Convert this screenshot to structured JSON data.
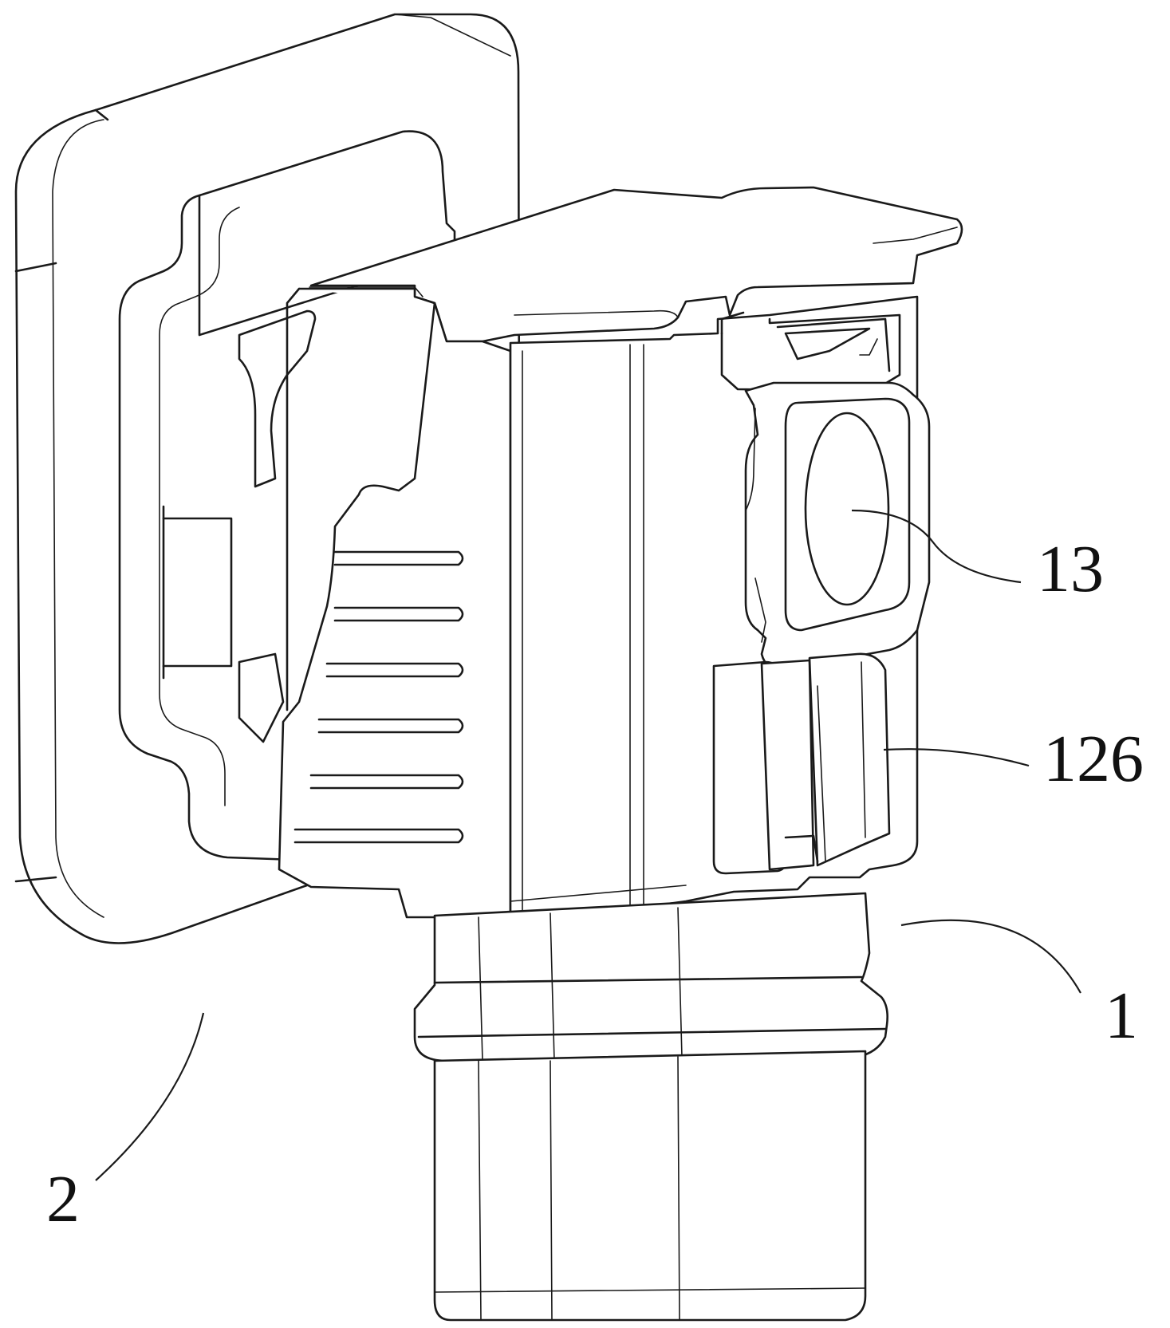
{
  "figure": {
    "labels": [
      {
        "id": "label-13",
        "text": "13"
      },
      {
        "id": "label-126",
        "text": "126"
      },
      {
        "id": "label-1",
        "text": "1"
      },
      {
        "id": "label-2",
        "text": "2"
      }
    ]
  },
  "style": {
    "line_color": "#1a1a1a",
    "background": "#ffffff"
  }
}
